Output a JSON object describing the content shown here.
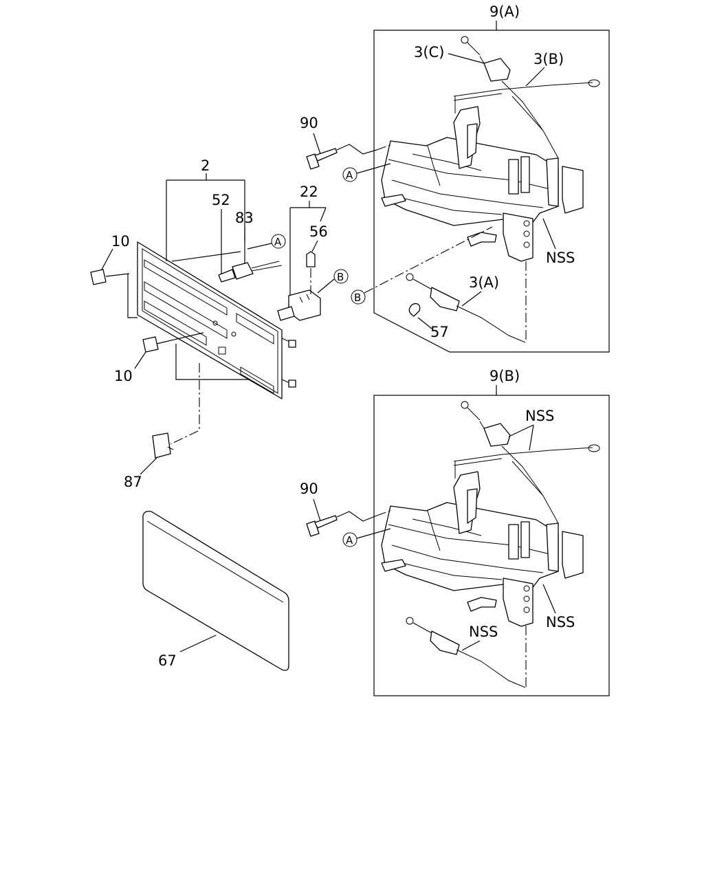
{
  "labels": {
    "assembly_a": "9(A)",
    "assembly_b": "9(B)",
    "cable_3c": "3(C)",
    "cable_3b": "3(B)",
    "cable_3a": "3(A)",
    "bolt_top": "90",
    "bolt_bottom": "90",
    "panel": "2",
    "part_52": "52",
    "part_83": "83",
    "part_22": "22",
    "part_56": "56",
    "knob_top": "10",
    "knob_bottom": "10",
    "cap_87": "87",
    "plate_67": "67",
    "clip_57": "57",
    "nss_a": "NSS",
    "nss_b1": "NSS",
    "nss_b2": "NSS",
    "nss_b3": "NSS"
  },
  "callouts": {
    "ref_a_panel": "A",
    "ref_a_top": "A",
    "ref_a_bottom": "A",
    "ref_b_switch": "B",
    "ref_b_frame": "B"
  }
}
